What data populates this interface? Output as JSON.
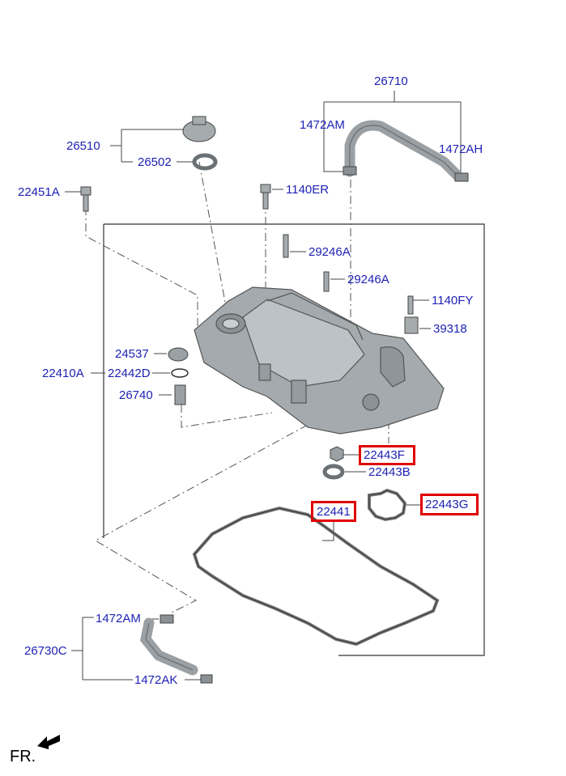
{
  "colors": {
    "label": "#1e22b4",
    "highlight": "#e00000",
    "line": "#333333",
    "part": "#9aa0a3"
  },
  "labels": {
    "p26710": "26710",
    "p1472AM_top": "1472AM",
    "p1472AH": "1472AH",
    "p26510": "26510",
    "p26502": "26502",
    "p22451A": "22451A",
    "p1140ER": "1140ER",
    "p29246A_1": "29246A",
    "p29246A_2": "29246A",
    "p1140FY": "1140FY",
    "p39318": "39318",
    "p24537": "24537",
    "p22410A": "22410A",
    "p22442D": "22442D",
    "p26740": "26740",
    "p22443F": "22443F",
    "p22443B": "22443B",
    "p22441": "22441",
    "p22443G": "22443G",
    "p1472AM_bottom": "1472AM",
    "p26730C": "26730C",
    "p1472AK": "1472AK"
  },
  "highlighted_parts": [
    "22443F",
    "22441",
    "22443G"
  ],
  "front_indicator": "FR.",
  "icons": [
    "front-arrow-icon"
  ]
}
